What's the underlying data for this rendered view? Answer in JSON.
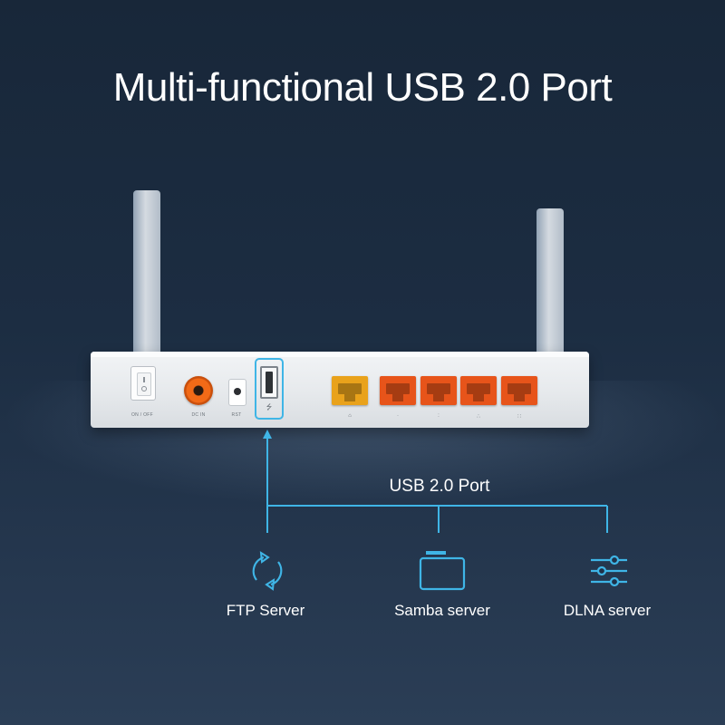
{
  "title": "Multi-functional USB 2.0 Port",
  "router": {
    "switch_label": "ON / OFF",
    "dc_label": "DC IN",
    "reset_label": "RST",
    "usb_symbol": "⭍",
    "ports": [
      {
        "color": "#e9a21b",
        "mark": "⌂"
      },
      {
        "color": "#e7541a",
        "mark": "·"
      },
      {
        "color": "#e7541a",
        "mark": ":"
      },
      {
        "color": "#e7541a",
        "mark": "∴"
      },
      {
        "color": "#e7541a",
        "mark": "∷"
      }
    ]
  },
  "callout": {
    "title": "USB 2.0 Port",
    "line_color": "#3fb5e6"
  },
  "features": [
    {
      "icon": "refresh-cycle-icon",
      "label": "FTP Server"
    },
    {
      "icon": "folder-drive-icon",
      "label": "Samba server"
    },
    {
      "icon": "sliders-network-icon",
      "label": "DLNA server"
    }
  ],
  "colors": {
    "accent": "#3fb5e6",
    "text": "#ffffff",
    "wan_port": "#e9a21b",
    "lan_port": "#e7541a",
    "dc_port": "#f26a17"
  }
}
